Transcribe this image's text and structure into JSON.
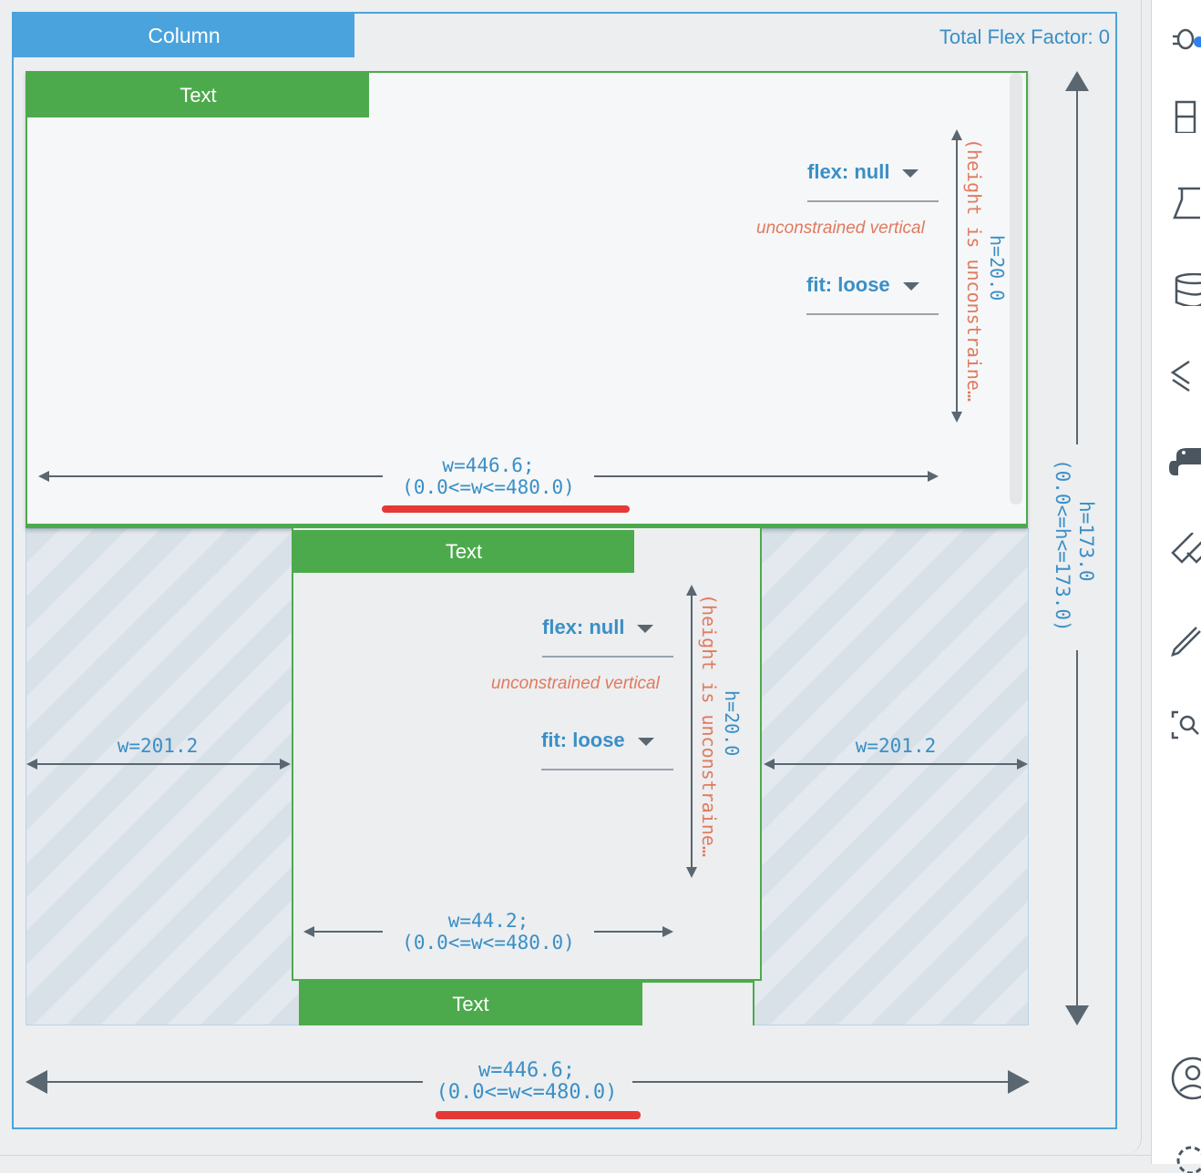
{
  "column": {
    "label": "Column",
    "total_flex": "Total Flex Factor: 0",
    "height_label": "h=173.0",
    "height_constraint": "(0.0<=h<=173.0)",
    "width_label": "w=446.6;",
    "width_constraint": "(0.0<=w<=480.0)"
  },
  "child1": {
    "label": "Text",
    "flex": "flex: null",
    "unconstrained": "unconstrained vertical",
    "fit": "fit: loose",
    "height_label": "h=20.0",
    "height_note": "(height is unconstraine…",
    "width_label": "w=446.6;",
    "width_constraint": "(0.0<=w<=480.0)"
  },
  "child2": {
    "label": "Text",
    "flex": "flex: null",
    "unconstrained": "unconstrained vertical",
    "fit": "fit: loose",
    "height_label": "h=20.0",
    "height_note": "(height is unconstraine…",
    "width_label": "w=44.2;",
    "width_constraint": "(0.0<=w<=480.0)",
    "left_space": "w=201.2",
    "right_space": "w=201.2"
  },
  "child3": {
    "label": "Text"
  },
  "sidebar": {
    "icons": [
      "bug-icon",
      "widget-icon",
      "flask-icon",
      "database-icon",
      "layers-icon",
      "python-icon",
      "flutter-icon",
      "pencil-icon",
      "inspect-icon",
      "account-icon",
      "settings-icon"
    ]
  },
  "colors": {
    "accent_blue": "#4aa3dc",
    "green": "#4caa4c",
    "error_red": "#e53935",
    "orange": "#e07a5f"
  }
}
